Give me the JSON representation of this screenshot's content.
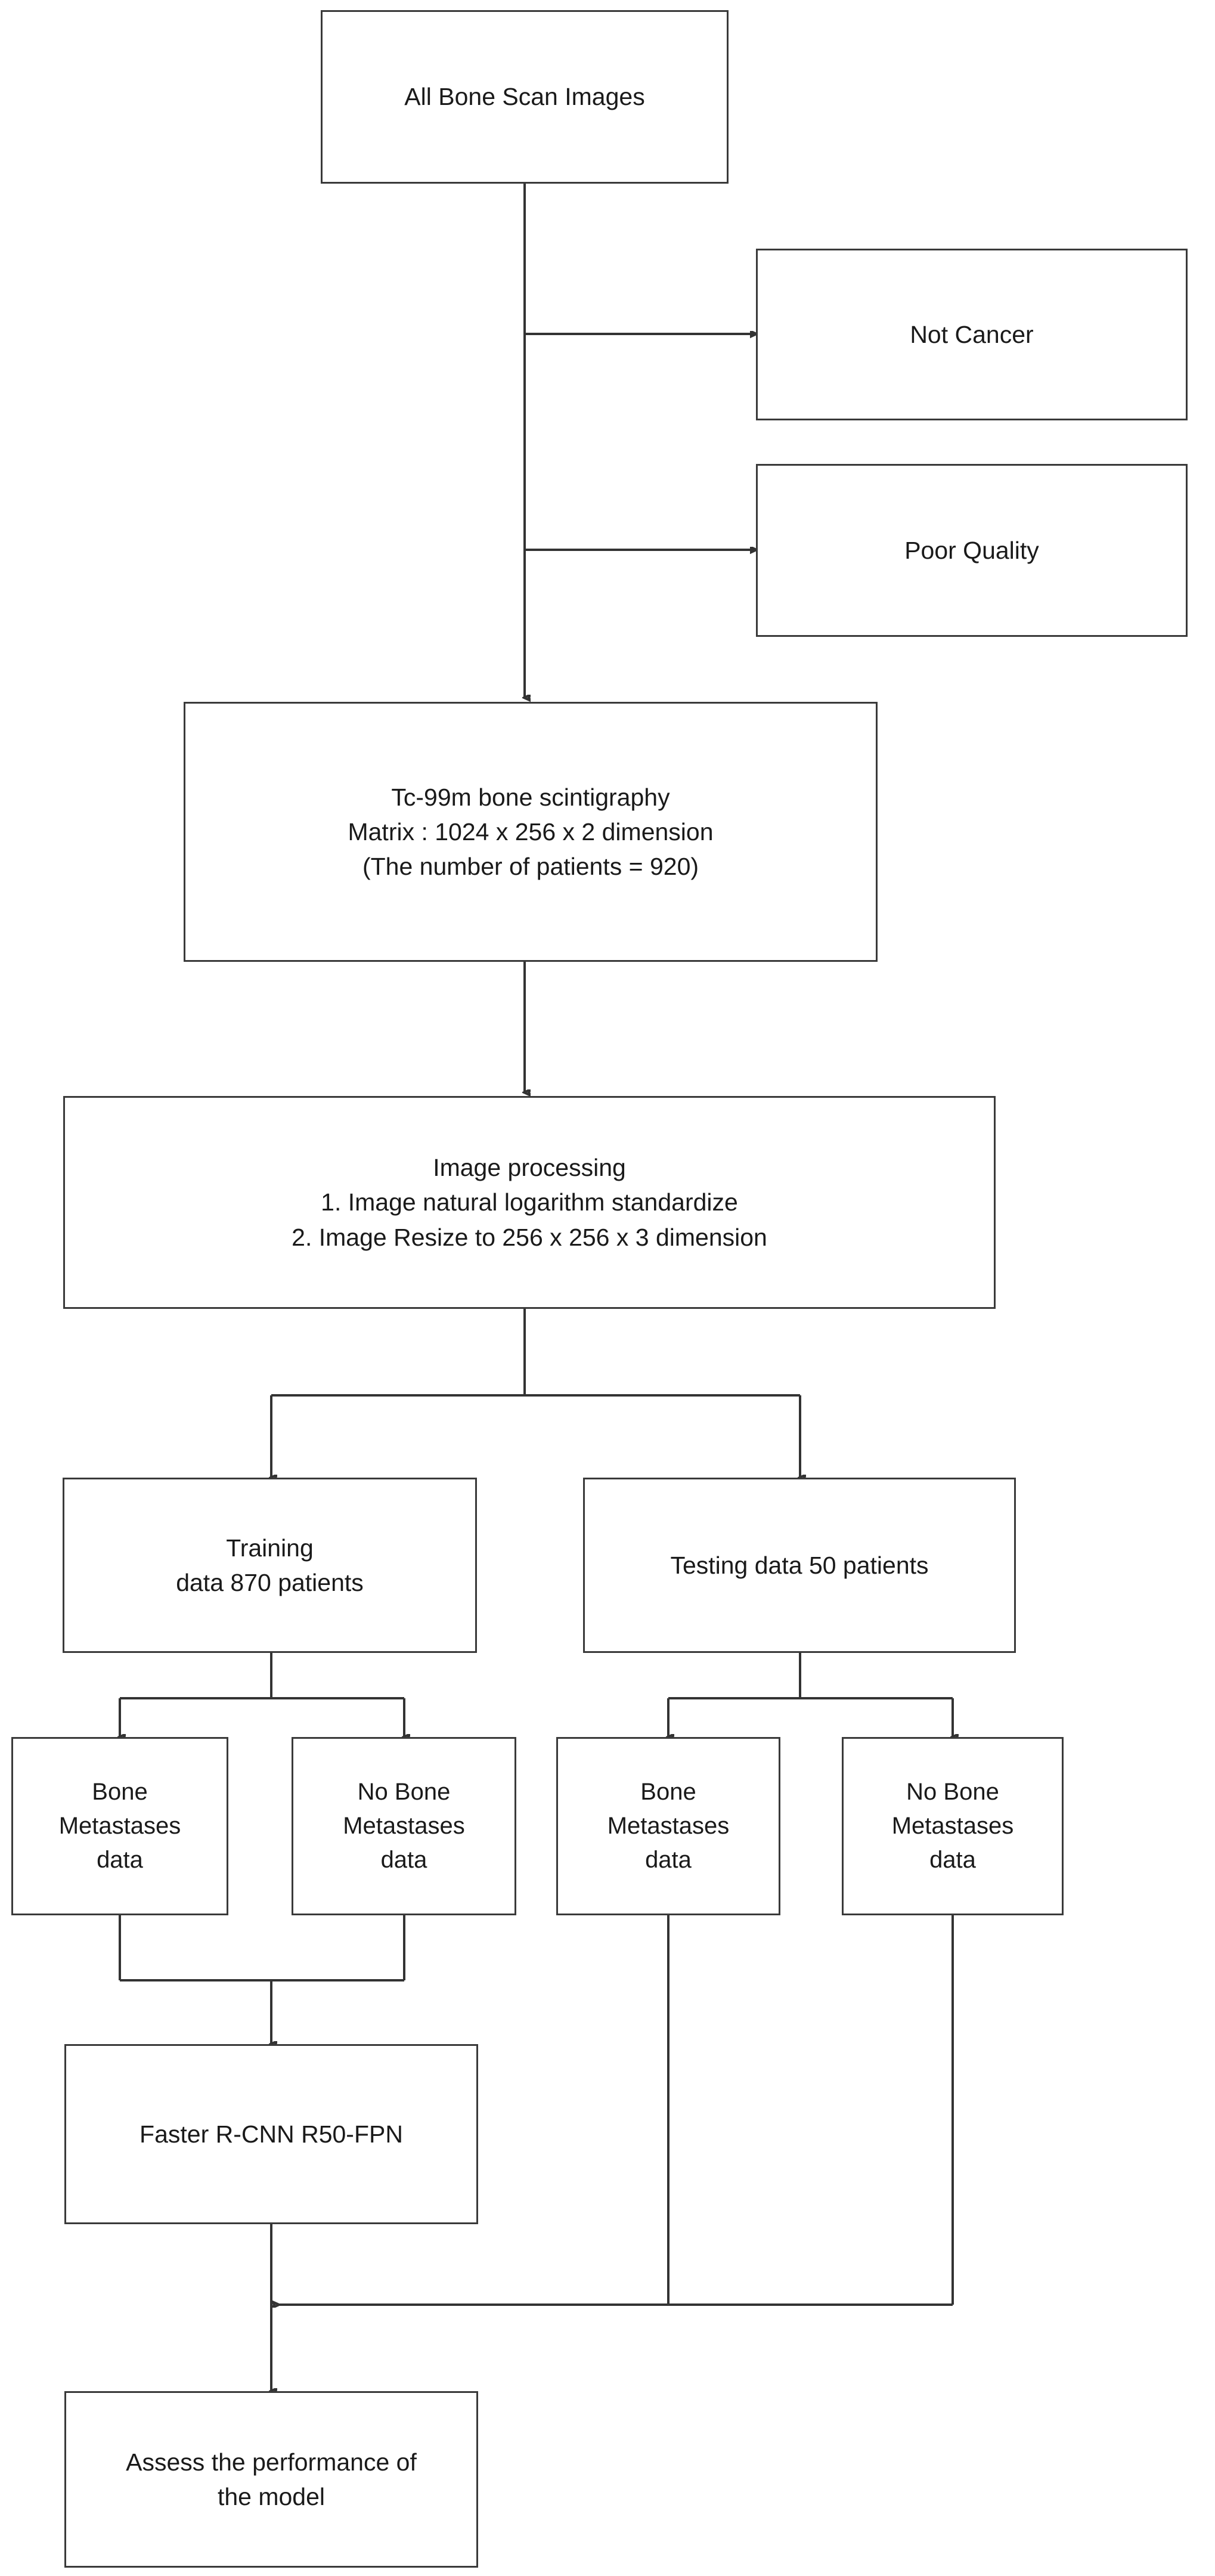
{
  "diagram": {
    "type": "flowchart",
    "title": "Bone scan image dataset preparation and model evaluation workflow",
    "line_color": "#333333",
    "box_border_color": "#3a3a3a",
    "background": "#ffffff",
    "nodes": [
      {
        "id": "all_images",
        "label": "All Bone Scan Images"
      },
      {
        "id": "not_cancer",
        "label": "Not Cancer"
      },
      {
        "id": "poor_quality",
        "label": "Poor Quality"
      },
      {
        "id": "scintigraphy",
        "label": "Tc-99m bone scintigraphy\nMatrix : 1024 x 256 x 2 dimension\n(The number of patients = 920)"
      },
      {
        "id": "image_processing",
        "label": "Image processing\n1. Image natural logarithm standardize\n2. Image Resize to 256 x 256 x 3 dimension"
      },
      {
        "id": "training",
        "label": "Training\ndata 870 patients"
      },
      {
        "id": "testing",
        "label": "Testing data 50 patients"
      },
      {
        "id": "train_bone_mets",
        "label": "Bone\nMetastases\ndata"
      },
      {
        "id": "train_no_bone",
        "label": "No Bone\nMetastases\ndata"
      },
      {
        "id": "test_bone_mets",
        "label": "Bone\nMetastases\ndata"
      },
      {
        "id": "test_no_bone",
        "label": "No Bone\nMetastases\ndata"
      },
      {
        "id": "model",
        "label": "Faster R-CNN R50-FPN"
      },
      {
        "id": "assess",
        "label": "Assess the performance of\nthe model"
      }
    ]
  }
}
